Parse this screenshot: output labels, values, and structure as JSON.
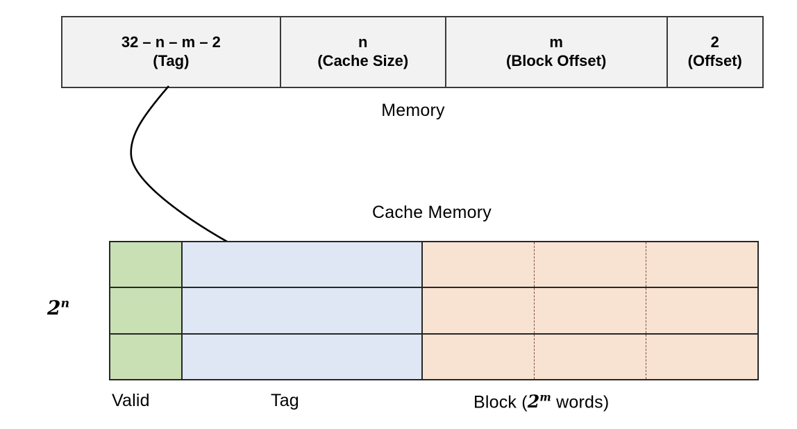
{
  "address_bar": {
    "fields": [
      {
        "bits": "32 – n – m – 2",
        "name": "(Tag)"
      },
      {
        "bits": "n",
        "name": "(Cache Size)"
      },
      {
        "bits": "m",
        "name": "(Block Offset)"
      },
      {
        "bits": "2",
        "name": "(Offset)"
      }
    ]
  },
  "captions": {
    "memory": "Memory",
    "cache_memory": "Cache Memory"
  },
  "rows_multiplier": {
    "base": "2",
    "exponent": "n"
  },
  "cache_table": {
    "row_count": 3,
    "columns": [
      {
        "key": "valid",
        "caption": "Valid",
        "color": "#c9dfb4"
      },
      {
        "key": "tag",
        "caption": "Tag",
        "color": "#dee7f3"
      },
      {
        "key": "block",
        "caption_prefix": "Block (",
        "caption_base": "2",
        "caption_exponent": "m",
        "caption_suffix": " words)",
        "color": "#f8e3d3",
        "word_count": 3
      }
    ]
  },
  "arrow": {
    "label": "tag-field-to-cache-tag-column",
    "from": "(Tag) field of memory address",
    "to": "Tag column of cache memory"
  },
  "colors": {
    "valid_green": "#c9dfb4",
    "tag_blue": "#dee7f3",
    "block_peach": "#f8e3d3",
    "address_bar_fill": "#f2f2f2",
    "border_dark": "#262626",
    "dashed_divider": "#7a4a33",
    "background": "#ffffff"
  }
}
